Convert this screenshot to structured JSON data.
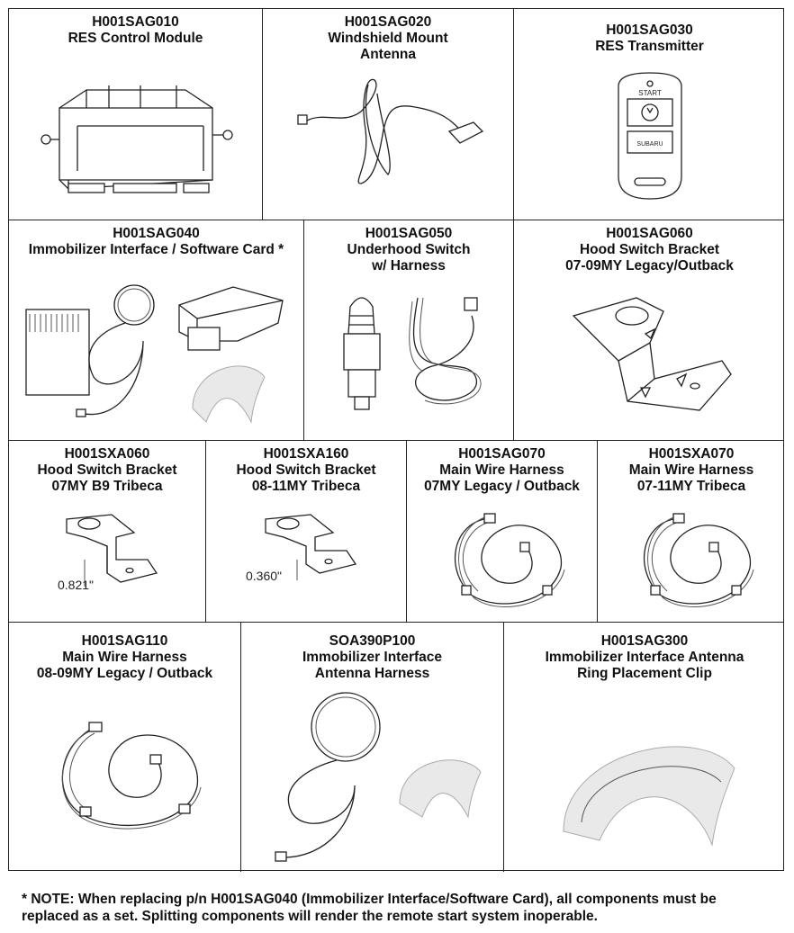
{
  "rows": [
    {
      "cells": [
        {
          "part": "H001SAG010",
          "name": [
            "RES Control Module"
          ],
          "icon": "control-module-icon"
        },
        {
          "part": "H001SAG020",
          "name": [
            "Windshield Mount",
            "Antenna"
          ],
          "icon": "antenna-icon"
        },
        {
          "part": "H001SAG030",
          "name": [
            "RES Transmitter"
          ],
          "icon": "transmitter-icon",
          "labels": {
            "start": "START",
            "brand": "SUBARU"
          }
        }
      ]
    },
    {
      "cells": [
        {
          "part": "H001SAG040",
          "name": [
            "Immobilizer Interface / Software Card *"
          ],
          "icon": "immobilizer-kit-icon"
        },
        {
          "part": "H001SAG050",
          "name": [
            "Underhood Switch",
            "w/ Harness"
          ],
          "icon": "underhood-switch-icon"
        },
        {
          "part": "H001SAG060",
          "name": [
            "Hood Switch Bracket",
            "07-09MY Legacy/Outback"
          ],
          "icon": "bracket-icon"
        }
      ]
    },
    {
      "cells": [
        {
          "part": "H001SXA060",
          "name": [
            "Hood Switch Bracket",
            "07MY B9 Tribeca"
          ],
          "icon": "bracket-icon",
          "dimension": "0.821\""
        },
        {
          "part": "H001SXA160",
          "name": [
            "Hood Switch Bracket",
            "08-11MY Tribeca"
          ],
          "icon": "bracket-icon",
          "dimension": "0.360\""
        },
        {
          "part": "H001SAG070",
          "name": [
            "Main Wire Harness",
            "07MY Legacy / Outback"
          ],
          "icon": "wire-harness-icon"
        },
        {
          "part": "H001SXA070",
          "name": [
            "Main Wire Harness",
            "07-11MY Tribeca"
          ],
          "icon": "wire-harness-icon"
        }
      ]
    },
    {
      "cells": [
        {
          "part": "H001SAG110",
          "name": [
            "Main Wire Harness",
            "08-09MY Legacy / Outback"
          ],
          "icon": "wire-harness-icon"
        },
        {
          "part": "SOA390P100",
          "name": [
            "Immobilizer Interface",
            "Antenna Harness"
          ],
          "icon": "antenna-ring-icon"
        },
        {
          "part": "H001SAG300",
          "name": [
            "Immobilizer Interface Antenna",
            "Ring Placement Clip"
          ],
          "icon": "placement-clip-icon"
        }
      ]
    }
  ],
  "note": {
    "prefix": "* NOTE:",
    "text": " When replacing p/n H001SAG040 (Immobilizer Interface/Software Card), all components must be replaced as a set.  Splitting components will render the remote start system inoperable."
  }
}
